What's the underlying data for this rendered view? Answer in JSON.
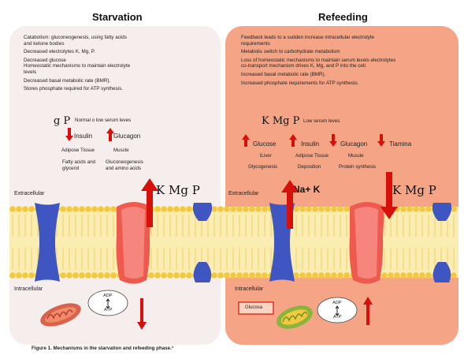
{
  "starvation": {
    "title": "Starvation",
    "points": [
      "Catabolism: gluconeogenesis, using fatty acids and ketone bodies",
      "Decreased electrolytes K, Mg, P.",
      "Decreased glucose",
      "Homeostatic mechanisms to maintain electrolyte levels",
      "Decreased basal metabolic rate (BMR).",
      "Stores phosphate required for ATP synthesis."
    ],
    "ions_gp": "g  P",
    "serum_note": "Normal o low serum leves",
    "insulin": "Insulin",
    "glucagon": "Glucagon",
    "adipose": "Adipose Tissue",
    "muscle": "Muscle",
    "fatty": "Fatty acids and glycerol",
    "gluconeo": "Gluconeogenesis and amino acids",
    "ions_kmgp": "K  Mg  P",
    "extracellular": "Extracellular",
    "intracellular": "Intracellular",
    "adp": "ADP",
    "atp": "ATP"
  },
  "refeeding": {
    "title": "Refeeding",
    "points": [
      "Feedback leads to a sudden increase intracellular electrolyte requirements",
      "Metabolis switch to carbohydrate metabolism",
      "Loss of homeostatic mechanisms to maintain serum levels electrolytes co-transport mechanism drives K, Mg, and P into the cell.",
      "Increased basal metabolic rate (BMR).",
      "Increased phosphate requirements for ATP synthesis."
    ],
    "ions_top": "K  Mg  P",
    "serum_note": "Low serum leves",
    "glucose": "Glucose",
    "insulin": "Insulin",
    "glucagon": "Glucagon",
    "tiamina": "Tiamina",
    "liver": "lLiver",
    "adipose": "Adipose Tissue",
    "muscle": "Muscle",
    "glycogenesis": "Glycogenesis",
    "deposition": "Deposition",
    "protein": "Protein synthesis",
    "na_k": "Na+ K",
    "ions_kmgp": "K  Mg  P",
    "extracellular": "Extracellular",
    "intracellular": "Intracellular",
    "glucosa": "Glucosa",
    "adp": "ADP",
    "atp": "ATP"
  },
  "caption": "Figure 1. Mechanisms in the starvation and refeeding phase.³",
  "colors": {
    "left_panel": "#f6eeec",
    "right_panel": "#f5a586",
    "membrane_band": "#fbedb2",
    "lipid_head": "#f3c83c",
    "blue_channel": "#3f55c2",
    "red_channel": "#f05a4e",
    "arrow_red": "#d8100c",
    "mito_outer": "#d9624a",
    "mito_green": "#8ab53c"
  }
}
